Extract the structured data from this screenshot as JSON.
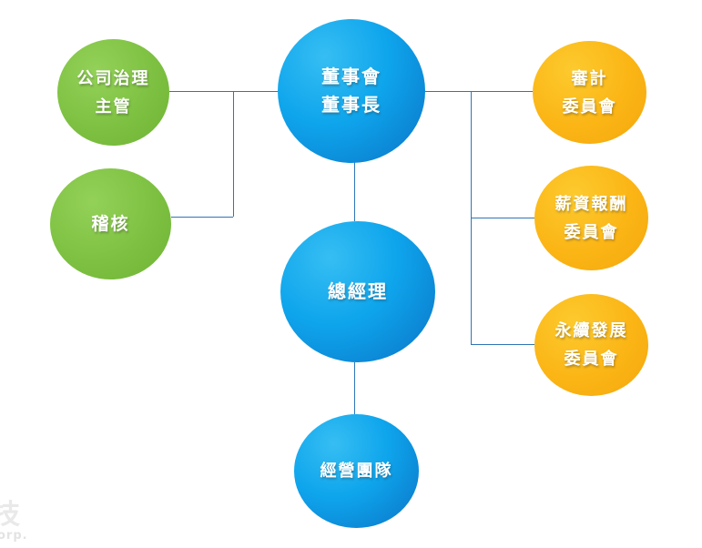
{
  "diagram": {
    "type": "org-chart",
    "title": "",
    "nodes": {
      "board": {
        "line1": "董事會",
        "line2": "董事長",
        "color": "blue"
      },
      "governance": {
        "line1": "公司治理",
        "line2": "主管",
        "color": "green"
      },
      "internal_audit": {
        "line1": "稽核",
        "color": "green"
      },
      "gm": {
        "line1": "總經理",
        "color": "blue"
      },
      "team": {
        "line1": "經營團隊",
        "color": "blue"
      },
      "audit_committee": {
        "line1": "審計",
        "line2": "委員會",
        "color": "yellow"
      },
      "compensation_committee": {
        "line1": "薪資報酬",
        "line2": "委員會",
        "color": "yellow"
      },
      "sustainability_committee": {
        "line1": "永續發展",
        "line2": "委員會",
        "color": "yellow"
      }
    },
    "edges": [
      {
        "from": "board",
        "to": "governance"
      },
      {
        "from": "board",
        "to": "internal_audit"
      },
      {
        "from": "board",
        "to": "audit_committee"
      },
      {
        "from": "board",
        "to": "compensation_committee"
      },
      {
        "from": "board",
        "to": "sustainability_committee"
      },
      {
        "from": "board",
        "to": "gm"
      },
      {
        "from": "gm",
        "to": "team"
      }
    ],
    "colors": {
      "blue": "#0ea5ec",
      "blue_dark": "#0b73c7",
      "green": "#7ec142",
      "yellow": "#fbb515",
      "connector": "#2e75b6",
      "text": "#ffffff"
    }
  },
  "watermark": {
    "line1": "技",
    "line2": "orp.",
    "color": "#e9e9e9"
  }
}
